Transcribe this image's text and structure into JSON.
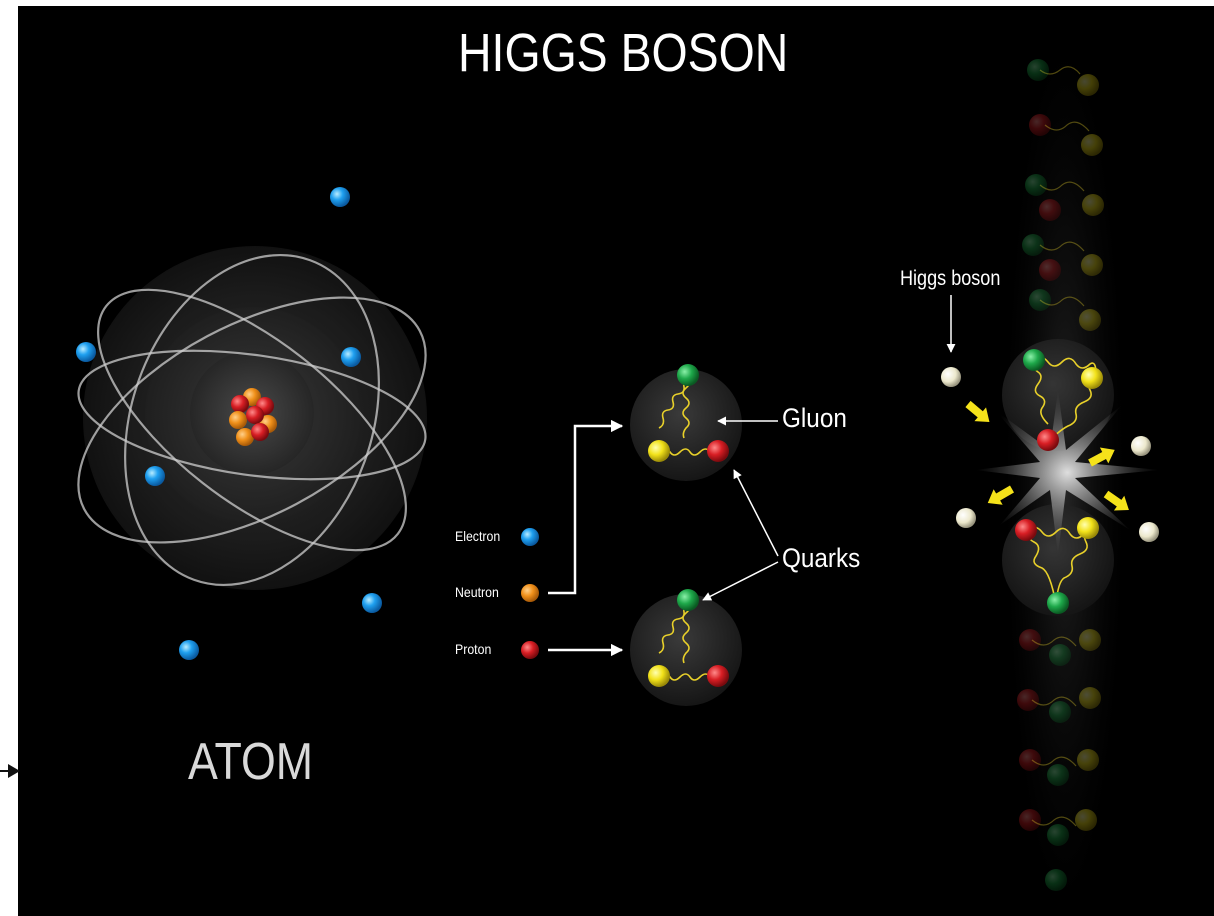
{
  "title": "HIGGS BOSON",
  "atom_label": "ATOM",
  "legend": {
    "electron": "Electron",
    "neutron": "Neutron",
    "proton": "Proton"
  },
  "labels": {
    "gluon": "Gluon",
    "quarks": "Quarks",
    "higgs_boson": "Higgs boson"
  },
  "colors": {
    "background": "#000000",
    "electron": "#1fa0f0",
    "neutron": "#f0901a",
    "proton": "#d81e24",
    "quark_green": "#1ea84a",
    "quark_yellow": "#f2e21a",
    "quark_red": "#c8161c",
    "gluon": "#e8d02a",
    "higgs": "#f3f0dc",
    "arrow_yellow": "#f5e21a"
  }
}
